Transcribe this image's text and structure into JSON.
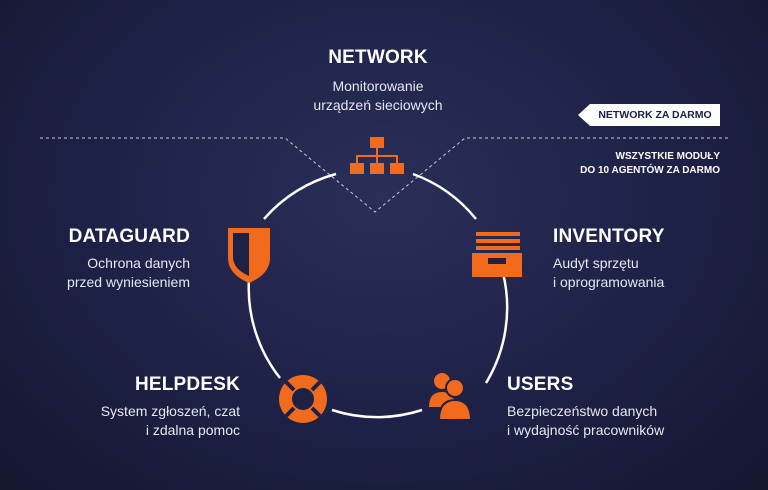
{
  "modules": {
    "network": {
      "title": "NETWORK",
      "desc1": "Monitorowanie",
      "desc2": "urządzeń sieciowych",
      "icon": "network-hierarchy-icon"
    },
    "dataguard": {
      "title": "DATAGUARD",
      "desc1": "Ochrona danych",
      "desc2": "przed wyniesieniem",
      "icon": "shield-icon"
    },
    "inventory": {
      "title": "INVENTORY",
      "desc1": "Audyt sprzętu",
      "desc2": "i oprogramowania",
      "icon": "inbox-tray-icon"
    },
    "helpdesk": {
      "title": "HELPDESK",
      "desc1": "System zgłoszeń, czat",
      "desc2": "i zdalna pomoc",
      "icon": "lifebuoy-icon"
    },
    "users": {
      "title": "USERS",
      "desc1": "Bezpieczeństwo danych",
      "desc2": "i wydajność pracowników",
      "icon": "users-icon"
    }
  },
  "badge": {
    "label": "NETWORK ZA DARMO"
  },
  "note": {
    "line1": "WSZYSTKIE MODUŁY",
    "line2": "DO 10 AGENTÓW ZA DARMO"
  },
  "colors": {
    "accent": "#f26b1d",
    "background": "#1d2146",
    "text": "#ffffff"
  }
}
